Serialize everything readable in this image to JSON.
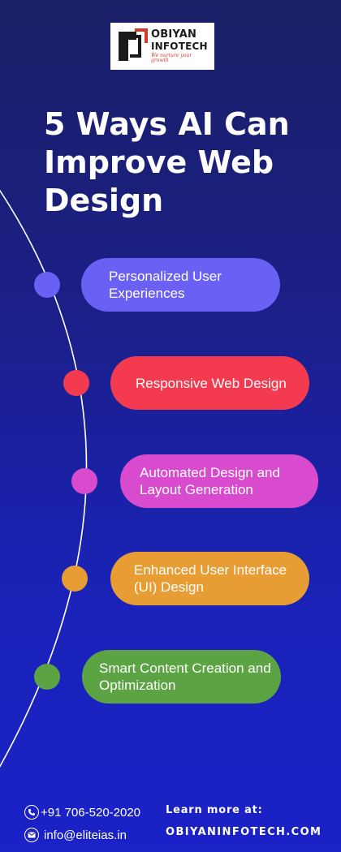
{
  "brand": {
    "name_line1": "OBIYAN",
    "name_line2": "INFOTECH",
    "tagline": "We nurture your growth"
  },
  "title": "5 Ways AI Can Improve Web Design",
  "ways": [
    {
      "label": "Personalized User Experiences",
      "color": "#6a60f4"
    },
    {
      "label": "Responsive Web Design",
      "color": "#f43a4f"
    },
    {
      "label": "Automated Design and Layout Generation",
      "color": "#d94bce"
    },
    {
      "label": "Enhanced User Interface (UI) Design",
      "color": "#e79d33"
    },
    {
      "label": "Smart Content Creation and Optimization",
      "color": "#5ba343"
    }
  ],
  "contact": {
    "phone": "+91 706-520-2020",
    "email": "info@eliteias.in",
    "learn_more": "Learn more at:",
    "website": "OBIYANINFOTECH.COM"
  },
  "icons": {
    "logo": "obiyan-logo-mark",
    "phone": "phone-icon",
    "email": "mail-icon"
  }
}
